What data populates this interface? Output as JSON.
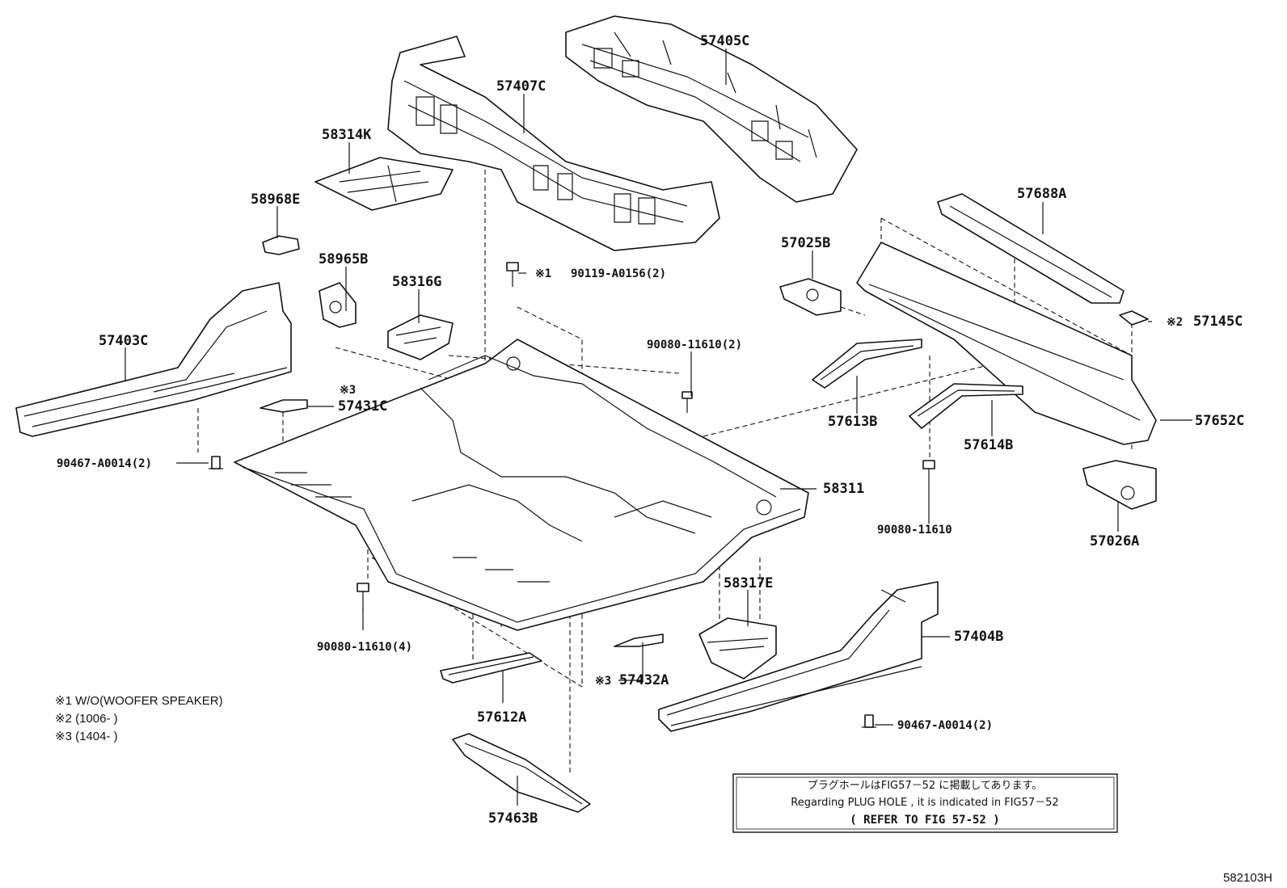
{
  "labels": {
    "p57405C": "57405C",
    "p57407C": "57407C",
    "p58314K": "58314K",
    "p58968E": "58968E",
    "p58965B": "58965B",
    "p58316G": "58316G",
    "p57403C": "57403C",
    "p57431C": "57431C",
    "p90467_left": "90467-A0014(2)",
    "p90119": "90119-A0156(2)",
    "p90080_top": "90080-11610(2)",
    "p58311": "58311",
    "p90080_4": "90080-11610(4)",
    "p57612A": "57612A",
    "p57463B": "57463B",
    "p57432A": "57432A",
    "p58317E": "58317E",
    "p57404B": "57404B",
    "p90467_right": "90467-A0014(2)",
    "p57688A": "57688A",
    "p57025B": "57025B",
    "p57145C": "57145C",
    "p57613B": "57613B",
    "p57614B": "57614B",
    "p57652C": "57652C",
    "p90080_mid": "90080-11610",
    "p57026A": "57026A"
  },
  "markers": {
    "m1": "※1",
    "m2": "※2",
    "m3a": "※3",
    "m3b": "※3"
  },
  "notes": [
    "※1 W/O(WOOFER SPEAKER)",
    "※2 (1006-         )",
    "※3 (1404-         )"
  ],
  "info_box": {
    "line1": "プラグホールはFIG57－52 に掲載してあります。",
    "line2": "Regarding PLUG HOLE , it is indicated in FIG57－52",
    "line3": "(        REFER TO FIG 57-52      )"
  },
  "figure_code": "582103H"
}
